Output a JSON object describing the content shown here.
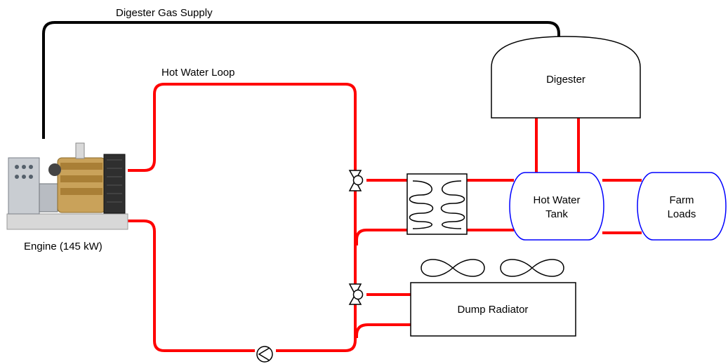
{
  "labels": {
    "gas_supply": "Digester Gas Supply",
    "hot_water_loop": "Hot Water Loop",
    "digester": "Digester",
    "hot_water_tank_line1": "Hot Water",
    "hot_water_tank_line2": "Tank",
    "farm_loads_line1": "Farm",
    "farm_loads_line2": "Loads",
    "dump_radiator": "Dump Radiator",
    "engine": "Engine (145 kW)"
  },
  "colors": {
    "hot_water_pipe": "#ff0000",
    "gas_pipe": "#000000",
    "tank_outline": "#0000ff",
    "outline": "#000000"
  },
  "icons": {
    "engine": "engine-generator-icon",
    "valves": "three-way-valve-icon",
    "pump": "pump-icon",
    "heat_exchanger": "heat-exchanger-icon",
    "fans": "fan-icon"
  }
}
